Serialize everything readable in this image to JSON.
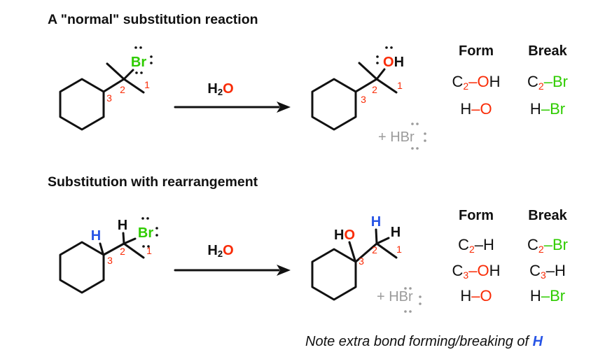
{
  "colors": {
    "black": "#111111",
    "red": "#f92b06",
    "green": "#2fcc00",
    "blue": "#2855e6",
    "gray": "#9b9b9b"
  },
  "normal": {
    "title": "A \"normal\" substitution reaction",
    "reagent": {
      "h": "H",
      "sub": "2",
      "o": "O"
    },
    "reactant": {
      "br": "Br",
      "n1": "1",
      "n2": "2",
      "n3": "3"
    },
    "product": {
      "o": "O",
      "h": "H",
      "n1": "1",
      "n2": "2",
      "n3": "3",
      "byproduct": "+ HBr"
    },
    "table": {
      "form_header": "Form",
      "break_header": "Break",
      "rows": [
        {
          "form": [
            {
              "t": "C",
              "c": "black"
            },
            {
              "t": "2",
              "c": "red",
              "sub": true
            },
            {
              "t": "–",
              "c": "red"
            },
            {
              "t": "O",
              "c": "red"
            },
            {
              "t": "H",
              "c": "black"
            }
          ],
          "brk": [
            {
              "t": "C",
              "c": "black"
            },
            {
              "t": "2",
              "c": "red",
              "sub": true
            },
            {
              "t": "–",
              "c": "green"
            },
            {
              "t": "Br",
              "c": "green"
            }
          ]
        },
        {
          "form": [
            {
              "t": "H",
              "c": "black"
            },
            {
              "t": "–",
              "c": "red"
            },
            {
              "t": "O",
              "c": "red"
            }
          ],
          "brk": [
            {
              "t": "H",
              "c": "black"
            },
            {
              "t": "–",
              "c": "green"
            },
            {
              "t": "Br",
              "c": "green"
            }
          ]
        }
      ]
    }
  },
  "rearrangement": {
    "title": "Substitution with rearrangement",
    "reagent": {
      "h": "H",
      "sub": "2",
      "o": "O"
    },
    "reactant": {
      "h_blue": "H",
      "h_top": "H",
      "br": "Br",
      "n1": "1",
      "n2": "2",
      "n3": "3"
    },
    "product": {
      "ho_h": "H",
      "ho_o": "O",
      "h_blue": "H",
      "h_black": "H",
      "n1": "1",
      "n2": "2",
      "n3": "3",
      "byproduct": "+ HBr"
    },
    "table": {
      "form_header": "Form",
      "break_header": "Break",
      "rows": [
        {
          "form": [
            {
              "t": "C",
              "c": "black"
            },
            {
              "t": "2",
              "c": "red",
              "sub": true
            },
            {
              "t": "–",
              "c": "black"
            },
            {
              "t": "H",
              "c": "black"
            }
          ],
          "brk": [
            {
              "t": "C",
              "c": "black"
            },
            {
              "t": "2",
              "c": "red",
              "sub": true
            },
            {
              "t": "–",
              "c": "green"
            },
            {
              "t": "Br",
              "c": "green"
            }
          ]
        },
        {
          "form": [
            {
              "t": "C",
              "c": "black"
            },
            {
              "t": "3",
              "c": "red",
              "sub": true
            },
            {
              "t": "–",
              "c": "red"
            },
            {
              "t": "O",
              "c": "red"
            },
            {
              "t": "H",
              "c": "black"
            }
          ],
          "brk": [
            {
              "t": "C",
              "c": "black"
            },
            {
              "t": "3",
              "c": "red",
              "sub": true
            },
            {
              "t": "–",
              "c": "black"
            },
            {
              "t": "H",
              "c": "black"
            }
          ]
        },
        {
          "form": [
            {
              "t": "H",
              "c": "black"
            },
            {
              "t": "–",
              "c": "red"
            },
            {
              "t": "O",
              "c": "red"
            }
          ],
          "brk": [
            {
              "t": "H",
              "c": "black"
            },
            {
              "t": "–",
              "c": "green"
            },
            {
              "t": "Br",
              "c": "green"
            }
          ]
        }
      ]
    }
  },
  "note": {
    "text": "Note extra bond forming/breaking of ",
    "highlight": "H"
  }
}
